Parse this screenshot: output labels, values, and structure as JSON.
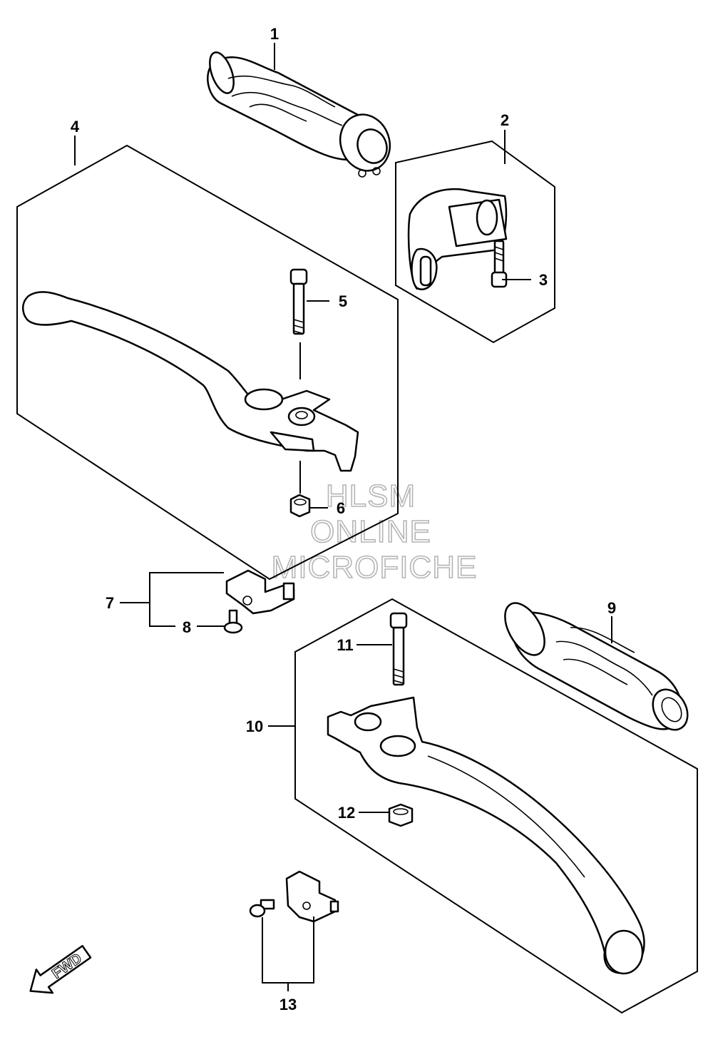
{
  "callouts": [
    {
      "id": "1",
      "label": "1"
    },
    {
      "id": "2",
      "label": "2"
    },
    {
      "id": "3",
      "label": "3"
    },
    {
      "id": "4",
      "label": "4"
    },
    {
      "id": "5",
      "label": "5"
    },
    {
      "id": "6",
      "label": "6"
    },
    {
      "id": "7",
      "label": "7"
    },
    {
      "id": "8",
      "label": "8"
    },
    {
      "id": "9",
      "label": "9"
    },
    {
      "id": "10",
      "label": "10"
    },
    {
      "id": "11",
      "label": "11"
    },
    {
      "id": "12",
      "label": "12"
    },
    {
      "id": "13",
      "label": "13"
    }
  ],
  "watermark": {
    "line1": "HLSM",
    "line2": "ONLINE",
    "line3": "MICROFICHE"
  },
  "direction_badge": {
    "label": "FWD",
    "icon": "fwd-arrow-icon"
  }
}
